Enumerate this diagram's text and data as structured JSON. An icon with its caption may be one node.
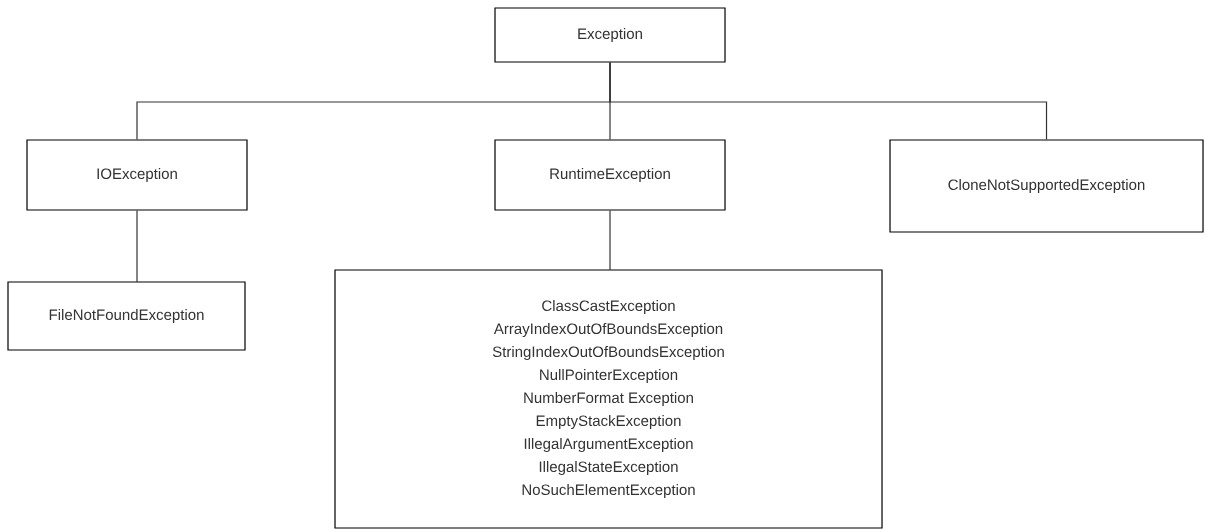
{
  "diagram": {
    "nodes": [
      {
        "text": [
          "Exception"
        ]
      },
      {
        "text": [
          "IOException"
        ]
      },
      {
        "text": [
          "RuntimeException"
        ]
      },
      {
        "text": [
          "CloneNotSupportedException"
        ]
      },
      {
        "text": [
          "FileNotFoundException"
        ]
      },
      {
        "text": [
          "ClassCastException",
          "ArrayIndexOutOfBoundsException",
          "StringIndexOutOfBoundsException",
          "NullPointerException",
          "NumberFormat Exception",
          "EmptyStackException",
          "IllegalArgumentException",
          "IllegalStateException",
          "NoSuchElementException"
        ]
      }
    ],
    "edges": [
      {
        "from": 0,
        "to": 1,
        "arrow": "none"
      },
      {
        "from": 0,
        "to": 2,
        "arrow": "none"
      },
      {
        "from": 0,
        "to": 3,
        "arrow": "none"
      },
      {
        "from": 1,
        "to": 4,
        "arrow": "none"
      },
      {
        "from": 2,
        "to": 5,
        "arrow": "none"
      }
    ]
  }
}
